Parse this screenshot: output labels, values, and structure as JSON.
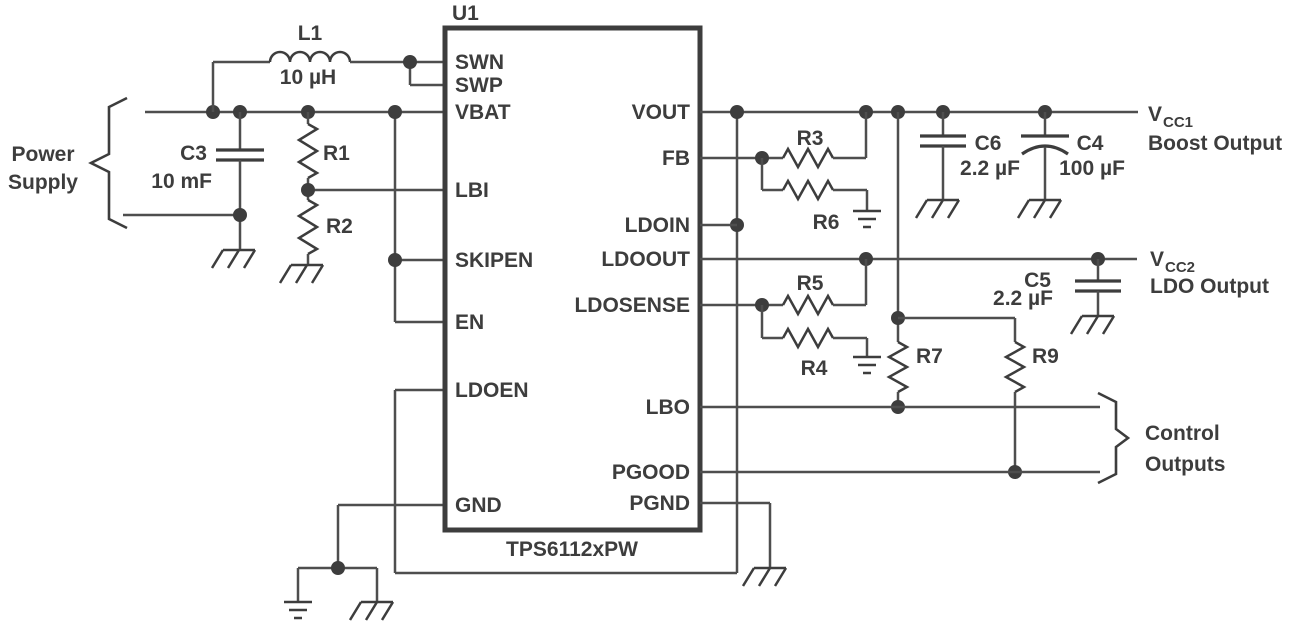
{
  "ic": {
    "ref": "U1",
    "part": "TPS6112xPW",
    "pins_left": [
      "SWN",
      "SWP",
      "VBAT",
      "LBI",
      "SKIPEN",
      "EN",
      "LDOEN",
      "GND"
    ],
    "pins_right": [
      "VOUT",
      "FB",
      "LDOIN",
      "LDOOUT",
      "LDOSENSE",
      "LBO",
      "PGOOD",
      "PGND"
    ]
  },
  "components": {
    "l1": {
      "ref": "L1",
      "value": "10 µH"
    },
    "c3": {
      "ref": "C3",
      "value": "10 mF"
    },
    "c4": {
      "ref": "C4",
      "value": "100 µF"
    },
    "c5": {
      "ref": "C5",
      "value": "2.2 µF"
    },
    "c6": {
      "ref": "C6",
      "value": "2.2 µF"
    },
    "r1": "R1",
    "r2": "R2",
    "r3": "R3",
    "r4": "R4",
    "r5": "R5",
    "r6": "R6",
    "r7": "R7",
    "r9": "R9"
  },
  "annotations": {
    "power_supply": [
      "Power",
      "Supply"
    ],
    "vcc1": {
      "symbol": "V",
      "subscript": "CC1",
      "description": "Boost Output"
    },
    "vcc2": {
      "symbol": "V",
      "subscript": "CC2",
      "description": "LDO Output"
    },
    "control_outputs": [
      "Control",
      "Outputs"
    ]
  },
  "colors": {
    "wire": "#4e4e4e",
    "component": "#3d3d3d",
    "text": "#3d3d3d",
    "background": "#ffffff"
  }
}
